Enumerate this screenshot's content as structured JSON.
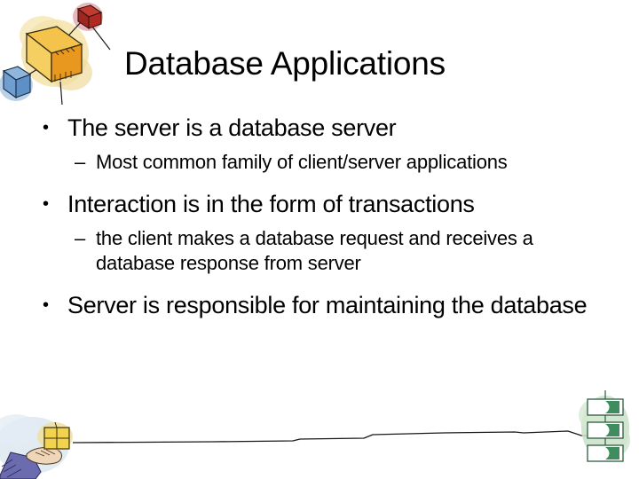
{
  "slide": {
    "title": "Database Applications",
    "background_color": "#ffffff",
    "text_color": "#000000"
  },
  "bullets": [
    {
      "level": 1,
      "marker": "•",
      "text": "The server is a database server"
    },
    {
      "level": 2,
      "marker": "–",
      "text": "Most common family of client/server applications"
    },
    {
      "level": 1,
      "marker": "•",
      "text": "Interaction is in the form of transactions"
    },
    {
      "level": 2,
      "marker": "–",
      "text": "the client makes a database request and receives a database response from server"
    },
    {
      "level": 1,
      "marker": "•",
      "text": "Server is responsible for maintaining the database"
    }
  ],
  "decorations": {
    "network_cluster": {
      "icon": "network-cluster-icon",
      "yellow_box_top": "#f3c34b",
      "yellow_box_side": "#e8971f",
      "yellow_blob": "#f4e3a9",
      "red_box": "#b02a22",
      "red_blob": "#e0a6ab",
      "blue_box": "#6f9fd0",
      "blue_blob": "#aac5e2",
      "line_color": "#1a1a1a"
    },
    "hand_holding_box": {
      "icon": "hand-holding-box-icon",
      "sleeve_color": "#6b6bb0",
      "skin_color": "#f0d6b8",
      "box_color": "#f1d34f",
      "blob_color": "#d8e2ee"
    },
    "server_rack": {
      "icon": "server-rack-icon",
      "unit_fill": "#ffffff",
      "unit_accent": "#3f8c5e",
      "blob_color": "#c9e0c8",
      "outline_color": "#2d5c3f",
      "units": 3
    },
    "connector_line": {
      "icon": "connector-line-icon",
      "color": "#1a1a1a"
    }
  }
}
